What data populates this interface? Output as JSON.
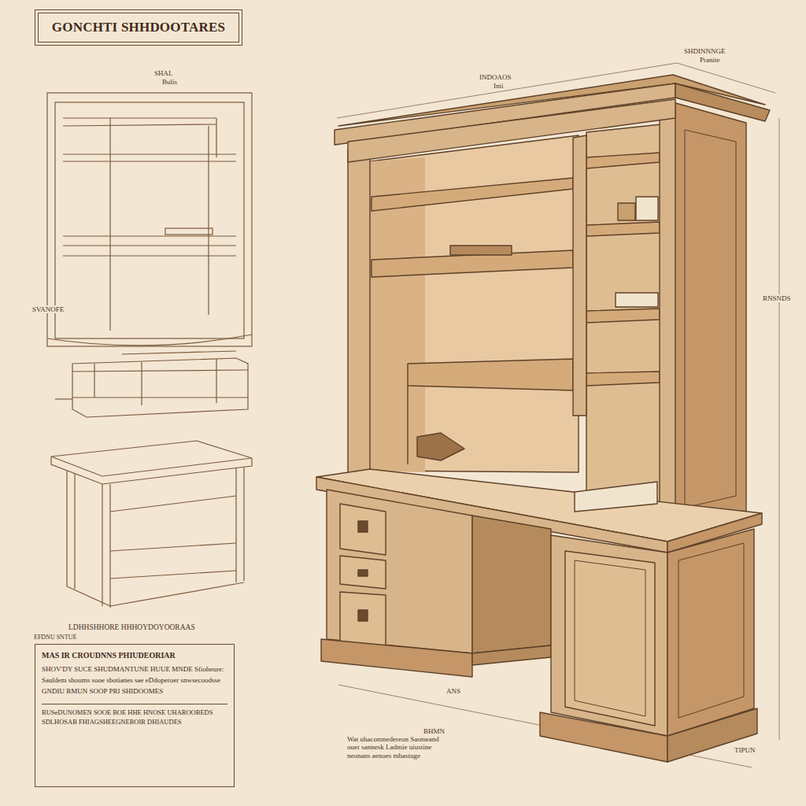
{
  "diagram": {
    "title": "GONCHTI SHHDOOTARES",
    "nodes": [
      {
        "text": [
          "MAS IR CROUDNNS PHIUDEORIAR",
          "SHOV'DY SUCE SHUDMANTUNE HUUE MNDE Sfioheure: Sauldem shoums sooe sbotianes sae eDdoperoer snwsecoodsse GNDIU RMUN SOOP PRI SHIDOOMES",
          "BUSeDUNOMEN SOOE BOE HHE HNOSE UHAROOBEDS SDLHOSAB FHIAGSHEEGNEROIR DHIAUDES"
        ]
      }
    ],
    "labels": [
      "SHAL",
      "Bulis",
      "INDOAOS",
      "Inti",
      "SHDINNNGE",
      "Pranite",
      "RNSNDS",
      "SVANOFE",
      "LDHHSHHORE HHHOYDOYOORAAS",
      "EFDNU SNTUE",
      "ANS",
      "BHMN",
      "Wat uhacomnedereon Sasmeand ouer sannesk Ladmie uiustine neonans aenoes mbastuge",
      "TIPUN"
    ]
  }
}
